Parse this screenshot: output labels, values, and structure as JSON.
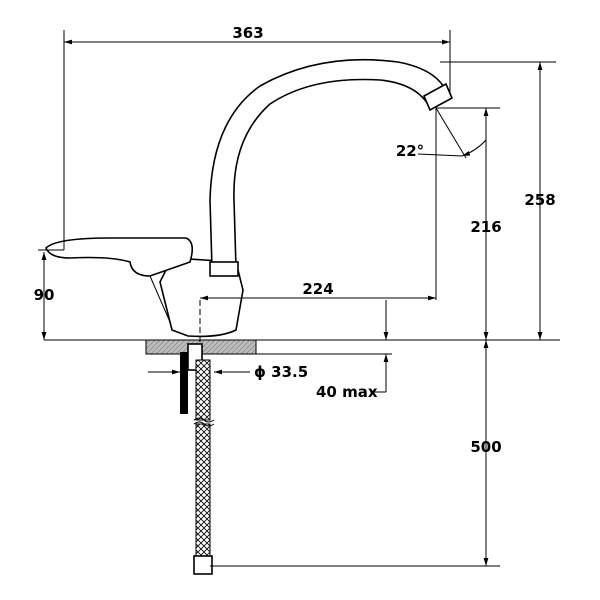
{
  "dimensions": {
    "overall_width": "363",
    "spout_height_total": "258",
    "spout_outlet_height": "216",
    "spout_reach": "224",
    "lever_height": "90",
    "hole_diameter": "ϕ 33.5",
    "max_countertop": "40 max",
    "hose_length": "500",
    "spout_angle": "22°"
  },
  "colors": {
    "line": "#000000",
    "counter_fill": "#bdbdbd",
    "background": "#ffffff"
  }
}
